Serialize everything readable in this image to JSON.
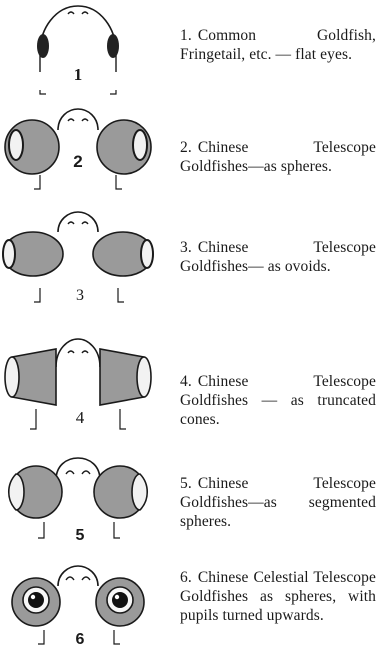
{
  "figures": [
    {
      "number": "1",
      "caption_number": "1.",
      "caption": "Common Goldfish, Fringetail, etc. — flat eyes."
    },
    {
      "number": "2",
      "caption_number": "2.",
      "caption": "Chinese Telescope Goldfishes—as spheres."
    },
    {
      "number": "3",
      "caption_number": "3.",
      "caption": "Chinese Telescope Goldfishes— as ovoids."
    },
    {
      "number": "4",
      "caption_number": "4.",
      "caption": "Chinese Telescope Goldfishes — as truncated cones."
    },
    {
      "number": "5",
      "caption_number": "5.",
      "caption": "Chinese Telescope Goldfishes—as segmented spheres."
    },
    {
      "number": "6",
      "caption_number": "6.",
      "caption": "Chinese Celestial Telescope Goldfishes as spheres, with pupils turned upwards."
    }
  ],
  "colors": {
    "ink": "#1a1a1a",
    "stipple": "#555555",
    "paper": "#ffffff"
  }
}
